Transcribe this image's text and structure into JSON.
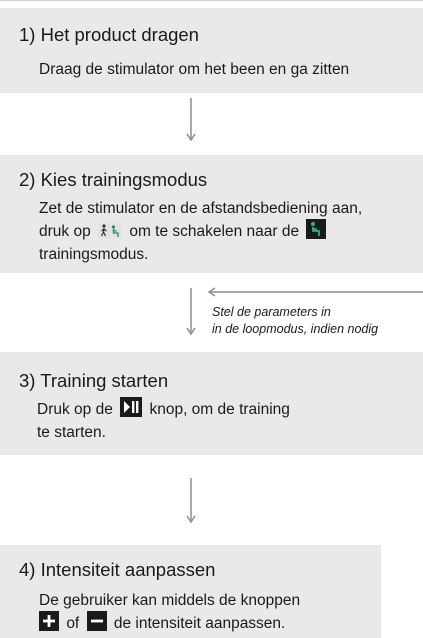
{
  "steps": [
    {
      "title": "1) Het product dragen",
      "lines": [
        "Draag de stimulator om het been en ga zitten"
      ]
    },
    {
      "title": "2) Kies trainingsmodus",
      "line1": "Zet de stimulator en de afstandsbediening aan,",
      "line2_a": "druk op",
      "line2_b": "om te schakelen naar de",
      "line3": "trainingsmodus."
    },
    {
      "title": "3) Training starten",
      "line1_a": "Druk op de",
      "line1_b": "knop, om de training",
      "line2": "te starten."
    },
    {
      "title": "4) Intensiteit aanpassen",
      "line1": "De gebruiker kan  middels de knoppen",
      "line2_b": "of",
      "line2_c": "de intensiteit aanpassen."
    }
  ],
  "side_note": {
    "line1": "Stel de parameters in",
    "line2": "in de loopmodus, indien nodig"
  },
  "icons": {
    "mode_switch": "walk-sit-mode-icon",
    "training_mode": "seated-training-icon",
    "play_pause": "play-pause-icon",
    "plus": "plus-icon",
    "minus": "minus-icon"
  },
  "colors": {
    "box_background": "#e9e9e9",
    "arrow": "#8c8c8c",
    "icon_dark": "#1a1a1a",
    "icon_accent": "#1e8a6e"
  }
}
